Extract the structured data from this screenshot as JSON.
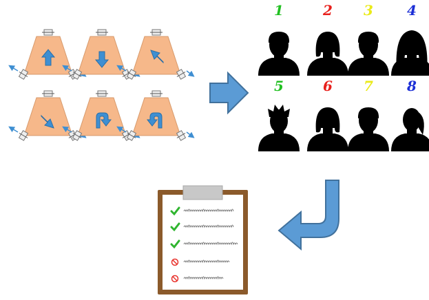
{
  "colors": {
    "background": "#ffffff",
    "robot_fill": "#f6b88a",
    "robot_edge": "#d79a6c",
    "arrow_fill": "#3f8fd2",
    "arrow_stroke": "#2a6fa8",
    "flow_arrow": "#5b9bd5",
    "silhouette": "#000000",
    "clipboard_frame": "#8b5a2b",
    "check_green": "#2fb52f",
    "prohibit_red": "#e8322c"
  },
  "robots": [
    {
      "motion": "forward",
      "icon": "arrow-up-icon"
    },
    {
      "motion": "backward",
      "icon": "arrow-down-icon"
    },
    {
      "motion": "diagonal-up-left",
      "icon": "arrow-up-left-icon"
    },
    {
      "motion": "diagonal-down-right",
      "icon": "arrow-down-right-icon"
    },
    {
      "motion": "turn-right",
      "icon": "u-turn-right-icon"
    },
    {
      "motion": "turn-left",
      "icon": "u-turn-left-icon"
    }
  ],
  "participants": [
    {
      "number": "1",
      "color": "#22c022",
      "silhouette": "short-hair-male"
    },
    {
      "number": "2",
      "color": "#e8201c",
      "silhouette": "bob-hair-female"
    },
    {
      "number": "3",
      "color": "#eaea1a",
      "silhouette": "short-hair-male"
    },
    {
      "number": "4",
      "color": "#1c2fd6",
      "silhouette": "long-hair-female"
    },
    {
      "number": "5",
      "color": "#22c022",
      "silhouette": "spiky-hair-male"
    },
    {
      "number": "6",
      "color": "#e8201c",
      "silhouette": "bob-hair-female"
    },
    {
      "number": "7",
      "color": "#eaea1a",
      "silhouette": "short-hair-male"
    },
    {
      "number": "8",
      "color": "#1c2fd6",
      "silhouette": "ponytail-female"
    }
  ],
  "checklist": {
    "items": [
      {
        "status": "check",
        "icon": "checkmark-icon"
      },
      {
        "status": "check",
        "icon": "checkmark-icon"
      },
      {
        "status": "check",
        "icon": "checkmark-icon"
      },
      {
        "status": "prohibited",
        "icon": "prohibited-icon"
      },
      {
        "status": "prohibited",
        "icon": "prohibited-icon"
      }
    ]
  }
}
